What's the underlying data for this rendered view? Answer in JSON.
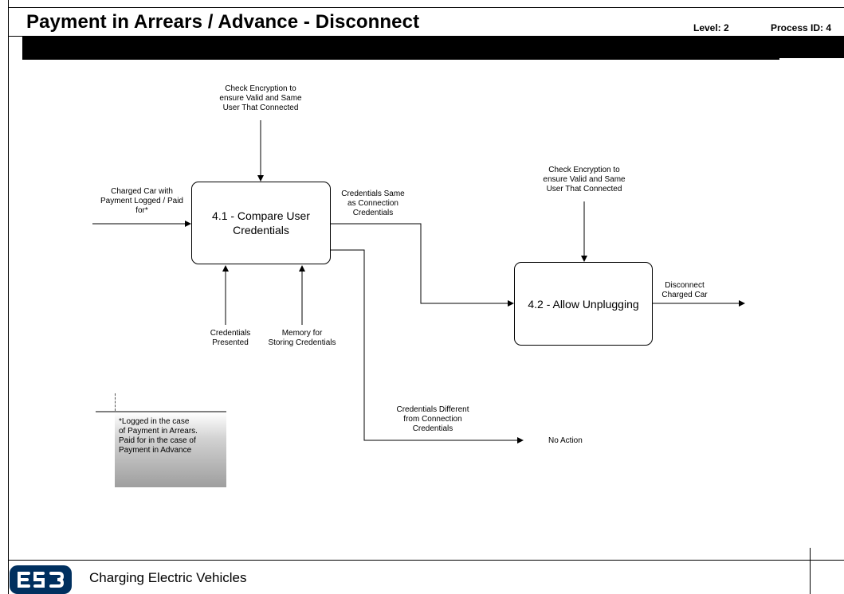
{
  "header": {
    "title": "Payment in Arrears / Advance - Disconnect",
    "level": "Level: 2",
    "process_id": "Process ID: 4"
  },
  "diagram": {
    "processes": [
      {
        "label": "4.1 - Compare User Credentials"
      },
      {
        "label": "4.2 - Allow Unplugging"
      }
    ],
    "flows": {
      "control_41": "Check Encryption to\nensure Valid and Same\nUser That Connected",
      "input_charged_car": "Charged Car with\nPayment Logged / Paid\nfor*",
      "output_same": "Credentials Same\nas Connection\nCredentials",
      "mechanism_credentials": "Credentials\nPresented",
      "mechanism_memory": "Memory for\nStoring Credentials",
      "control_42": "Check Encryption to\nensure Valid and Same\nUser That Connected",
      "output_disconnect": "Disconnect\nCharged Car",
      "output_different": "Credentials Different\nfrom Connection\nCredentials",
      "no_action": "No Action"
    },
    "note": "*Logged in the case\nof Payment in Arrears.\nPaid for in the case of\nPayment in Advance"
  },
  "footer": {
    "logo_text": "ESB",
    "title": "Charging Electric Vehicles"
  }
}
